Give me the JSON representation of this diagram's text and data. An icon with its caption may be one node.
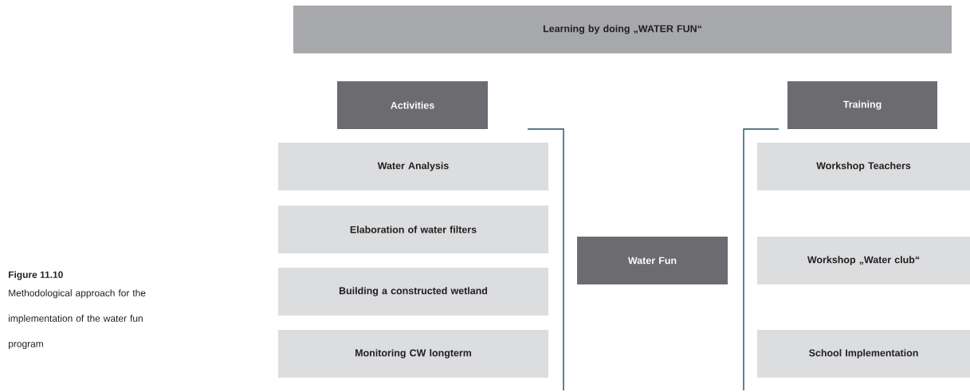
{
  "diagram": {
    "nodes": [
      {
        "text": [
          "Learning by doing „WATER FUN“"
        ]
      },
      {
        "text": [
          "Activities"
        ]
      },
      {
        "text": [
          "Training"
        ]
      },
      {
        "text": [
          "Water Analysis"
        ]
      },
      {
        "text": [
          "Elaboration of water filters"
        ]
      },
      {
        "text": [
          "Building a constructed wetland"
        ]
      },
      {
        "text": [
          "Monitoring CW longterm"
        ]
      },
      {
        "text": [
          "Water Fun"
        ]
      },
      {
        "text": [
          "Workshop Teachers"
        ]
      },
      {
        "text": [
          "Workshop „Water club“"
        ]
      },
      {
        "text": [
          "School Implementation"
        ]
      }
    ],
    "labels": [
      "Figure 11.10",
      "Methodological approach for the implementation of the water fun program"
    ]
  }
}
